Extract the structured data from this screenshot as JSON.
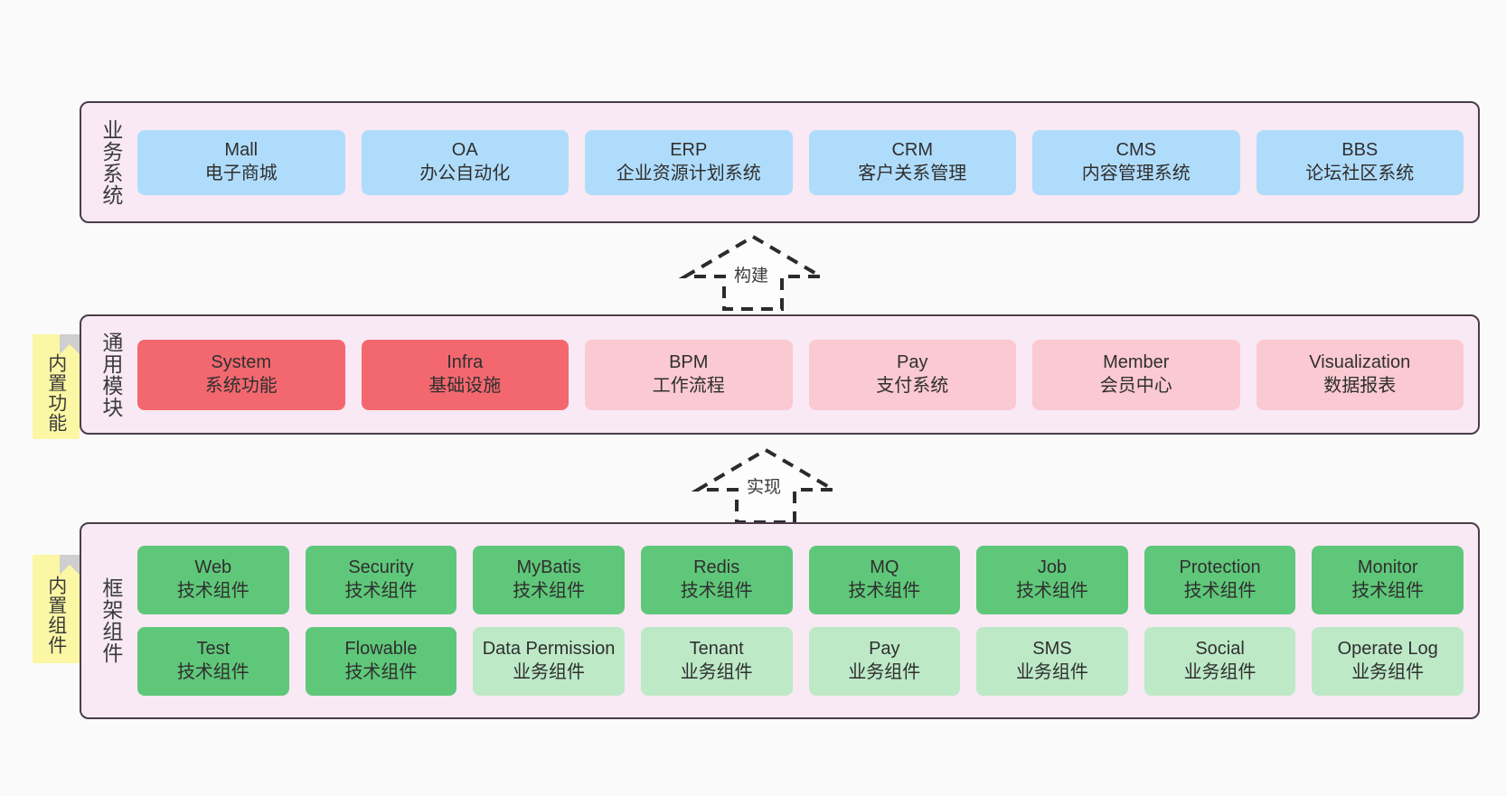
{
  "layers": [
    {
      "key": "business",
      "title": "业务系统",
      "rows": [
        [
          {
            "name": "Mall",
            "desc": "电子商城",
            "color": "c-blue"
          },
          {
            "name": "OA",
            "desc": "办公自动化",
            "color": "c-blue"
          },
          {
            "name": "ERP",
            "desc": "企业资源计划系统",
            "color": "c-blue"
          },
          {
            "name": "CRM",
            "desc": "客户关系管理",
            "color": "c-blue"
          },
          {
            "name": "CMS",
            "desc": "内容管理系统",
            "color": "c-blue"
          },
          {
            "name": "BBS",
            "desc": "论坛社区系统",
            "color": "c-blue"
          }
        ]
      ]
    },
    {
      "key": "common",
      "title": "通用模块",
      "rows": [
        [
          {
            "name": "System",
            "desc": "系统功能",
            "color": "c-red"
          },
          {
            "name": "Infra",
            "desc": "基础设施",
            "color": "c-red"
          },
          {
            "name": "BPM",
            "desc": "工作流程",
            "color": "c-pink"
          },
          {
            "name": "Pay",
            "desc": "支付系统",
            "color": "c-pink"
          },
          {
            "name": "Member",
            "desc": "会员中心",
            "color": "c-pink"
          },
          {
            "name": "Visualization",
            "desc": "数据报表",
            "color": "c-pink"
          }
        ]
      ]
    },
    {
      "key": "frame",
      "title": "框架组件",
      "rows": [
        [
          {
            "name": "Web",
            "desc": "技术组件",
            "color": "c-green"
          },
          {
            "name": "Security",
            "desc": "技术组件",
            "color": "c-green"
          },
          {
            "name": "MyBatis",
            "desc": "技术组件",
            "color": "c-green"
          },
          {
            "name": "Redis",
            "desc": "技术组件",
            "color": "c-green"
          },
          {
            "name": "MQ",
            "desc": "技术组件",
            "color": "c-green"
          },
          {
            "name": "Job",
            "desc": "技术组件",
            "color": "c-green"
          },
          {
            "name": "Protection",
            "desc": "技术组件",
            "color": "c-green"
          },
          {
            "name": "Monitor",
            "desc": "技术组件",
            "color": "c-green"
          }
        ],
        [
          {
            "name": "Test",
            "desc": "技术组件",
            "color": "c-green"
          },
          {
            "name": "Flowable",
            "desc": "技术组件",
            "color": "c-green"
          },
          {
            "name": "Data Permission",
            "desc": "业务组件",
            "color": "c-lightgreen"
          },
          {
            "name": "Tenant",
            "desc": "业务组件",
            "color": "c-lightgreen"
          },
          {
            "name": "Pay",
            "desc": "业务组件",
            "color": "c-lightgreen"
          },
          {
            "name": "SMS",
            "desc": "业务组件",
            "color": "c-lightgreen"
          },
          {
            "name": "Social",
            "desc": "业务组件",
            "color": "c-lightgreen"
          },
          {
            "name": "Operate Log",
            "desc": "业务组件",
            "color": "c-lightgreen"
          }
        ]
      ]
    }
  ],
  "notes": [
    {
      "key": "builtin-function",
      "label": "内置功能"
    },
    {
      "key": "builtin-component",
      "label": "内置组件"
    }
  ],
  "arrows": [
    {
      "key": "build",
      "label": "构建"
    },
    {
      "key": "implement",
      "label": "实现"
    }
  ],
  "colors": {
    "background": "#fafafa",
    "band_fill": "#f8e9f4",
    "band_border": "#4a3d4a",
    "blue": "#b0dcfb",
    "red": "#f3686f",
    "pink": "#fbc9d1",
    "green": "#5fc779",
    "light_green": "#bde9c7",
    "note_yellow": "#fbf7a4",
    "note_fold": "#cfcfcf",
    "arrow_stroke": "#2b2b2b"
  }
}
